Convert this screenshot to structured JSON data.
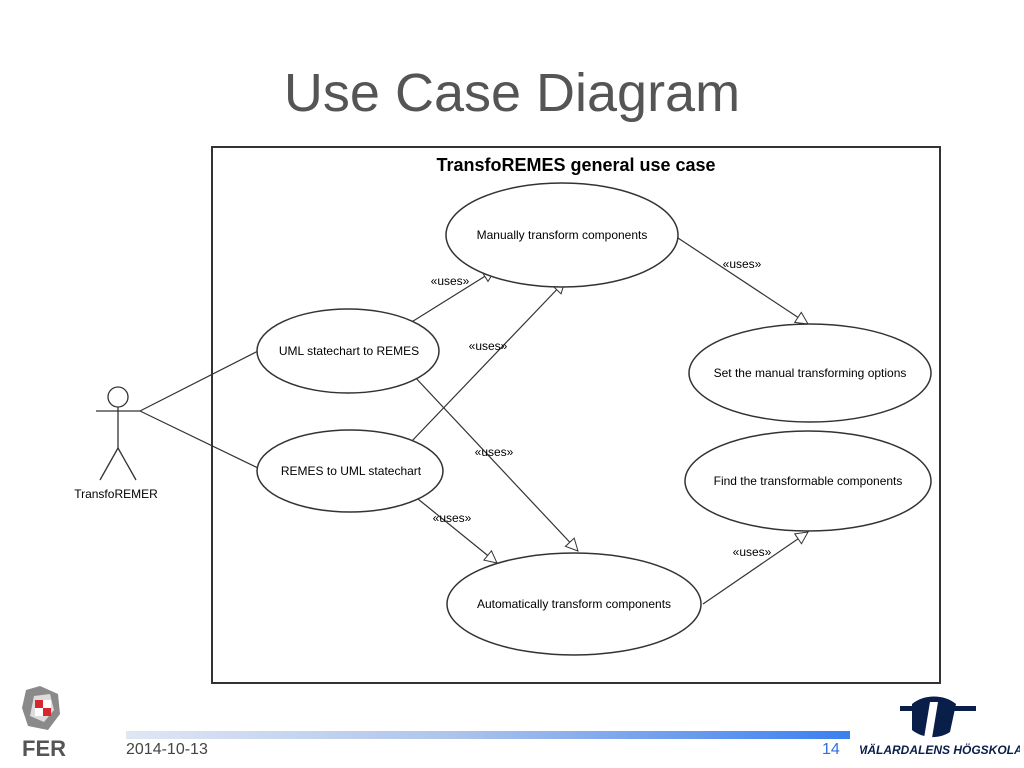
{
  "slide": {
    "title": "Use Case Diagram",
    "date": "2014-10-13",
    "page_number": "14"
  },
  "diagram": {
    "type": "uml-use-case",
    "system_title": "TransfoREMES general use case",
    "actor": "TransfoREMER",
    "use_cases": {
      "manual": "Manually transform components",
      "uml_to_remes": "UML statechart to REMES",
      "remes_to_uml": "REMES to UML statechart",
      "set_options": "Set the manual transforming options",
      "find": "Find the transformable components",
      "auto": "Automatically transform components"
    },
    "relations": {
      "uml_manual": "«uses»",
      "remes_manual": "«uses»",
      "manual_options": "«uses»",
      "uml_auto": "«uses»",
      "remes_auto": "«uses»",
      "auto_find": "«uses»"
    }
  },
  "logos": {
    "fer": "FER",
    "mdh": "MÄLARDALENS HÖGSKOLA"
  }
}
